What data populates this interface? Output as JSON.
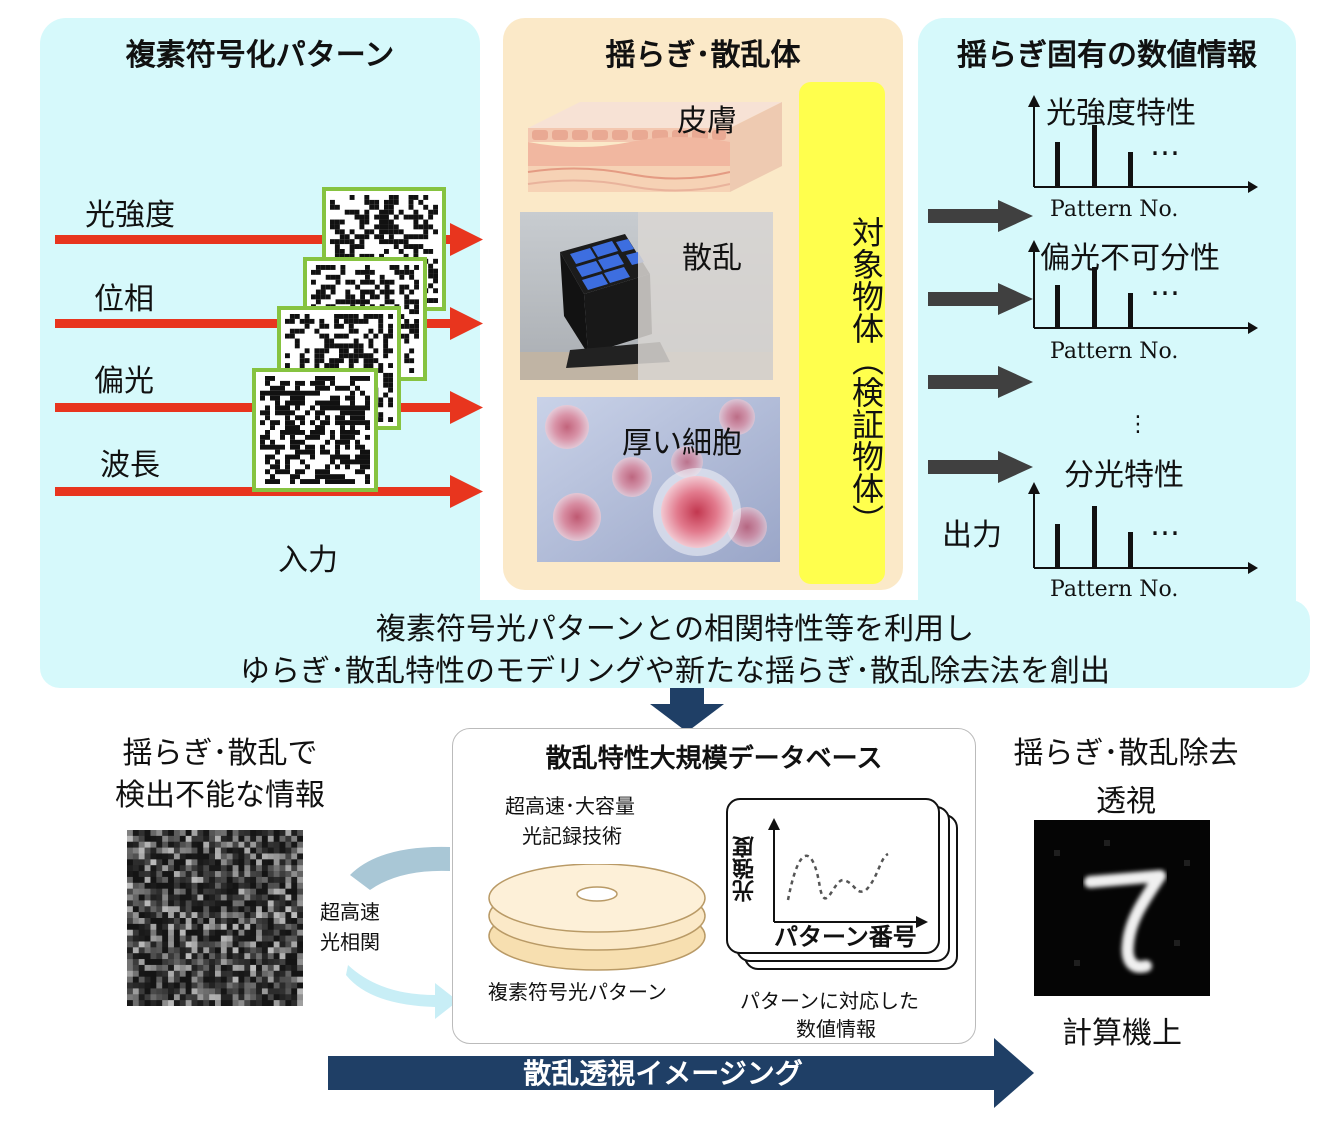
{
  "input_panel": {
    "title": "複素符号化パターン",
    "channels": [
      "光強度",
      "位相",
      "偏光",
      "波長"
    ],
    "input_label": "入力"
  },
  "scatter_panel": {
    "title": "揺らぎ･散乱体",
    "examples": [
      "皮膚",
      "散乱",
      "厚い細胞"
    ],
    "target_label": "対象物体（検証物体）"
  },
  "output_panel": {
    "title": "揺らぎ固有の数値情報",
    "graphs": [
      {
        "label": "光強度特性",
        "axis": "Pattern No.",
        "ellipsis": "…"
      },
      {
        "label": "偏光不可分性",
        "axis": "Pattern No.",
        "ellipsis": "…"
      },
      {
        "label": "分光特性",
        "axis": "Pattern No.",
        "ellipsis": "…"
      }
    ],
    "vertical_dots": "⋮",
    "output_label": "出力"
  },
  "summary": {
    "line1": "複素符号光パターンとの相関特性等を利用し",
    "line2": "ゆらぎ･散乱特性のモデリングや新たな揺らぎ･散乱除去法を創出"
  },
  "bottom_left": {
    "title_line1": "揺らぎ･散乱で",
    "title_line2": "検出不能な情報",
    "arrow_label_line1": "超高速",
    "arrow_label_line2": "光相関"
  },
  "database": {
    "title": "散乱特性大規模データベース",
    "tech_line1": "超高速･大容量",
    "tech_line2": "光記録技術",
    "disc_caption": "複素符号光パターン",
    "graph_ylabel": "光強度",
    "graph_xlabel": "パターン番号",
    "graph_caption_line1": "パターンに対応した",
    "graph_caption_line2": "数値情報"
  },
  "bottom_right": {
    "title_line1": "揺らぎ･散乱除去",
    "title_line2": "透視",
    "caption": "計算機上"
  },
  "bottom_arrow": {
    "label": "散乱透視イメージング"
  },
  "colors": {
    "panel_cyan": "#d6f9fb",
    "panel_beige": "#fbe9c8",
    "target_yellow": "#ffff4d",
    "input_arrow_red": "#e8351e",
    "output_arrow_gray": "#404040",
    "bottom_arrow_navy": "#1f3f66",
    "pattern_border_green": "#86c340"
  }
}
